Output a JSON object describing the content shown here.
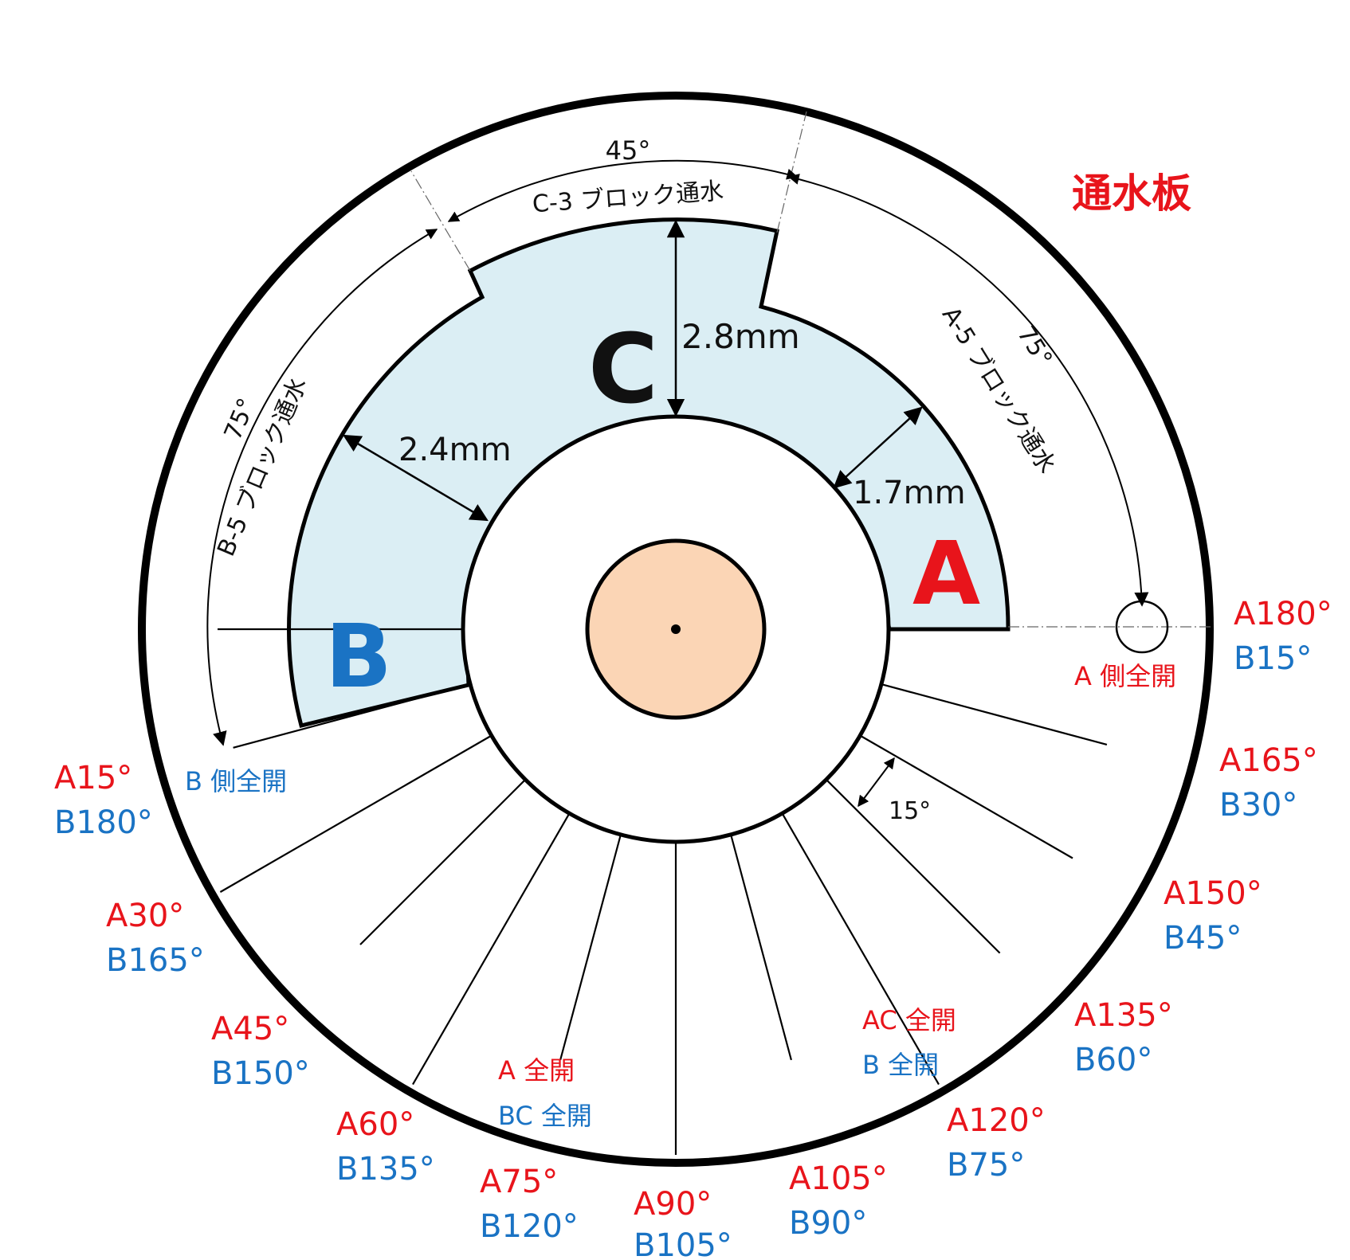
{
  "title": "通水板",
  "colors": {
    "red": "#e8141b",
    "blue": "#1a73c4",
    "zone_fill": "#dbeef4",
    "core_fill": "#fbd5b5",
    "outline": "#000000"
  },
  "zones": {
    "A": {
      "letter": "A",
      "thickness": "1.7mm",
      "span_deg": "75°",
      "caption": "A-5 ブロック通水"
    },
    "B": {
      "letter": "B",
      "thickness": "2.4mm",
      "span_deg": "75°",
      "caption": "B-5 ブロック通水"
    },
    "C": {
      "letter": "C",
      "thickness": "2.8mm",
      "span_deg": "45°",
      "caption": "C-3 ブロック通水"
    }
  },
  "step": "15°",
  "notes": {
    "a_full": "A 側全開",
    "b_full": "B 側全開",
    "ac_open": "AC 全開",
    "b_open": "B 全開",
    "a_open": "A 全開",
    "bc_open": "BC 全開"
  },
  "positions": [
    {
      "a": "A180°",
      "b": "B15°"
    },
    {
      "a": "A165°",
      "b": "B30°"
    },
    {
      "a": "A150°",
      "b": "B45°"
    },
    {
      "a": "A135°",
      "b": "B60°"
    },
    {
      "a": "A120°",
      "b": "B75°"
    },
    {
      "a": "A105°",
      "b": "B90°"
    },
    {
      "a": "A90°",
      "b": "B105°"
    },
    {
      "a": "A75°",
      "b": "B120°"
    },
    {
      "a": "A60°",
      "b": "B135°"
    },
    {
      "a": "A45°",
      "b": "B150°"
    },
    {
      "a": "A30°",
      "b": "B165°"
    },
    {
      "a": "A15°",
      "b": "B180°"
    }
  ]
}
